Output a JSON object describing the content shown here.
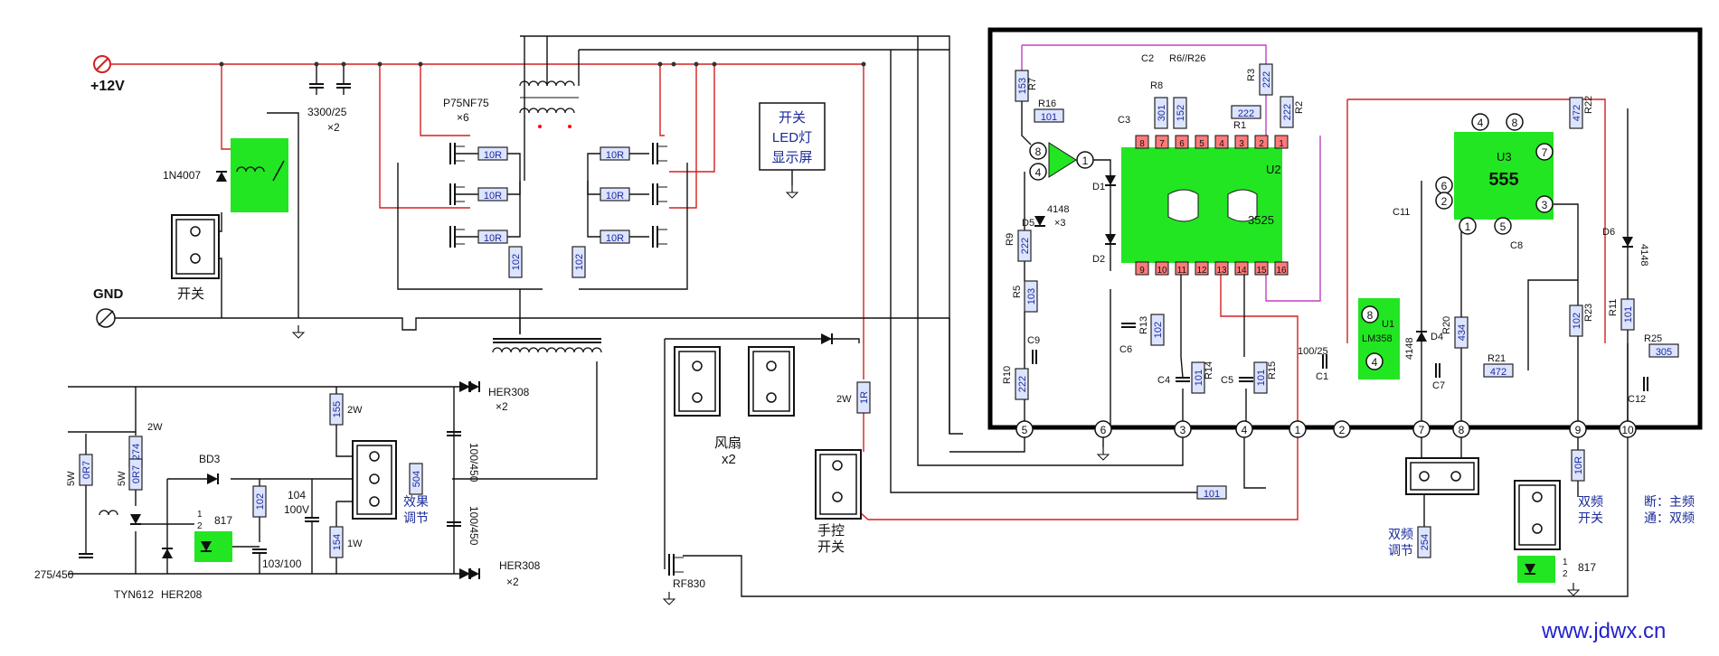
{
  "colors": {
    "wire": "#111111",
    "power_wire": "#d42020",
    "signal_wire": "#c040c0",
    "ic_fill": "#22e622",
    "resistor_fill": "#dde4ff",
    "pin_fill": "#ff7a7a",
    "label_blue": "#1a2a9a",
    "url_blue": "#2222cc"
  },
  "supply": {
    "plus": "+12V",
    "gnd": "GND"
  },
  "input": {
    "diode": "1N4007",
    "switch": "开关",
    "caps": "3300/25",
    "caps_count": "×2"
  },
  "mosfets": {
    "part": "P75NF75",
    "count": "×6",
    "gate_resistor": "10R",
    "gate_pulldown": "102"
  },
  "display_box": [
    "开关",
    "LED灯",
    "显示屏"
  ],
  "fan": {
    "label": "风扇",
    "count": "x2",
    "mosfet": "RF830"
  },
  "manual_switch": {
    "resistor": "1R",
    "power": "2W",
    "label": [
      "手控",
      "开关"
    ]
  },
  "output": {
    "diode_top": "HER308",
    "diode_top_count": "×2",
    "diode_bottom": "HER308",
    "diode_bottom_count": "×2",
    "cap_top": "100/450",
    "cap_bottom": "100/450",
    "r155": "155",
    "r155_w": "2W",
    "r154": "154",
    "r154_w": "1W",
    "pot": "504",
    "effect": [
      "效果",
      "调节"
    ],
    "cap104": "104",
    "cap104_v": "100V",
    "r102": "102",
    "cap103": "103/100",
    "bd": "BD3",
    "opto": "817",
    "opto_frac": [
      "1",
      "2"
    ],
    "scr": "TYN612",
    "her": "HER208",
    "r274": "274",
    "r274_w": "2W",
    "ror_left": "0R7",
    "ror_left_w": "5W",
    "ror_right": "0R7",
    "ror_right_w": "5W",
    "cap275": "275/450"
  },
  "control": {
    "u2_name": "U2",
    "u2_part": "3525",
    "u2_top_pins": [
      "8",
      "7",
      "6",
      "5",
      "4",
      "3",
      "2",
      "1"
    ],
    "u2_bottom_pins": [
      "9",
      "10",
      "11",
      "12",
      "13",
      "14",
      "15",
      "16"
    ],
    "u3_name": "U3",
    "u3_part": "555",
    "u1_name": "U1",
    "u1_part": "LM358",
    "c2": "C2",
    "r6r26": "R6//R26",
    "r3": "R3",
    "r3v": "222",
    "r8": "R8",
    "r8v": "301",
    "r152": "152",
    "c3": "C3",
    "r1": "R1",
    "r1v": "222",
    "r2": "R2",
    "r2v": "222",
    "r7": "R7",
    "r7v": "153",
    "r16": "R16",
    "r16v": "101",
    "d1": "D1",
    "d2": "D2",
    "d5": "D5",
    "d4148": "4148",
    "d4148x": "×3",
    "r9": "R9",
    "r9v": "222",
    "r5": "R5",
    "r5v": "103",
    "c9": "C9",
    "r10": "R10",
    "r10v": "222",
    "c6": "C6",
    "r13": "R13",
    "r13v": "102",
    "c4": "C4",
    "r14": "R14",
    "r14v": "101",
    "c5": "C5",
    "r15": "R15",
    "r15v": "101",
    "c1": "C1",
    "c1v": "100/25",
    "c11": "C11",
    "c8": "C8",
    "c7": "C7",
    "d4": "D4",
    "d4v": "4148",
    "r20": "R20",
    "r20v": "434",
    "r21": "R21",
    "r21v": "472",
    "r22": "R22",
    "r22v": "472",
    "r23": "R23",
    "r23v": "102",
    "d6": "D6",
    "d6v": "4148",
    "r11": "R11",
    "r11v": "101",
    "r25": "R25",
    "r25v": "305",
    "c12": "C12",
    "u3_pins": [
      "4",
      "8",
      "7",
      "6",
      "2",
      "3",
      "1",
      "5"
    ],
    "u1_pins": [
      "8",
      "4"
    ],
    "connector_pins": [
      "5",
      "6",
      "3",
      "4",
      "1",
      "2",
      "7",
      "8",
      "9",
      "10"
    ]
  },
  "bottom": {
    "r101": "101",
    "dual_adj": [
      "双频",
      "调节"
    ],
    "dual_adj_r": "254",
    "r10r": "10R",
    "dual_switch": [
      "双频",
      "开关"
    ],
    "opto2": "817",
    "opto2_frac": [
      "1",
      "2"
    ],
    "note": [
      "断：主频",
      "通：双频"
    ]
  },
  "url": "www.jdwx.cn"
}
